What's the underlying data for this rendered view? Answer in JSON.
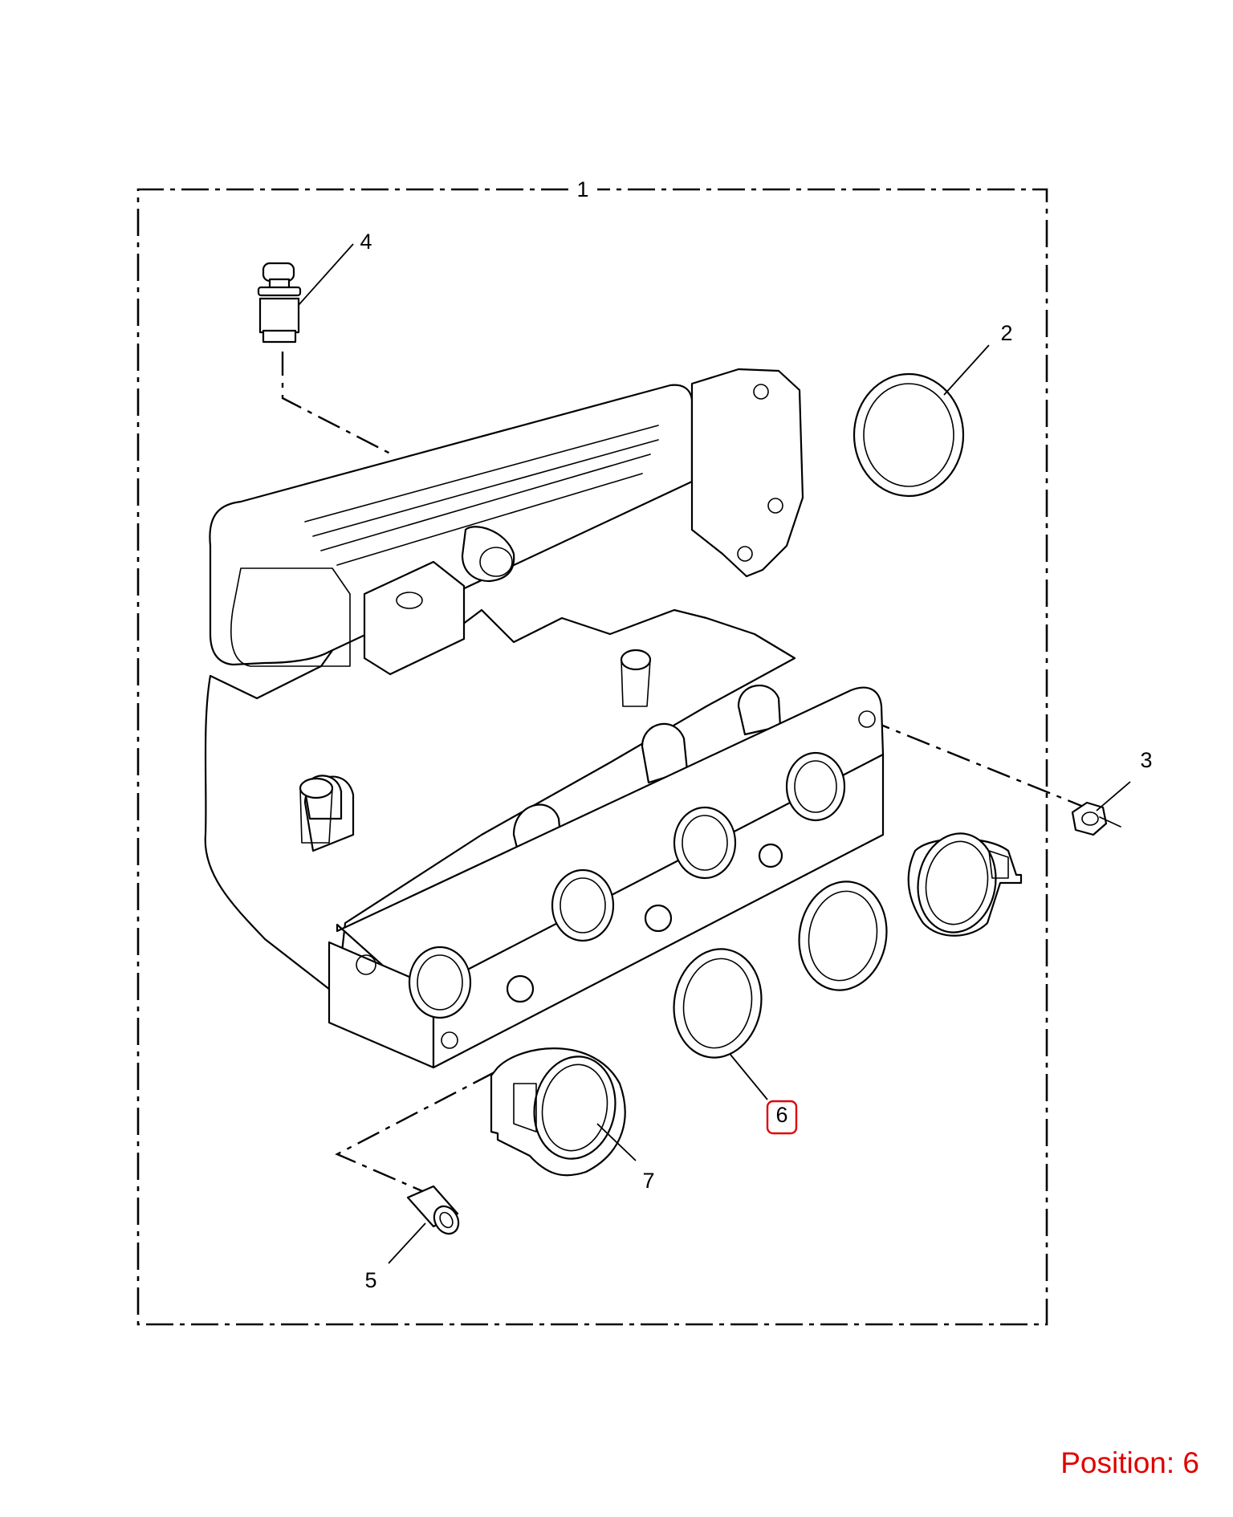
{
  "diagram": {
    "callouts": {
      "c1": "1",
      "c2": "2",
      "c3": "3",
      "c4": "4",
      "c5": "5",
      "c6": "6",
      "c7": "7"
    },
    "highlight_color": "#e00000",
    "highlighted_callout": "6"
  },
  "position_label": "Position: 6"
}
